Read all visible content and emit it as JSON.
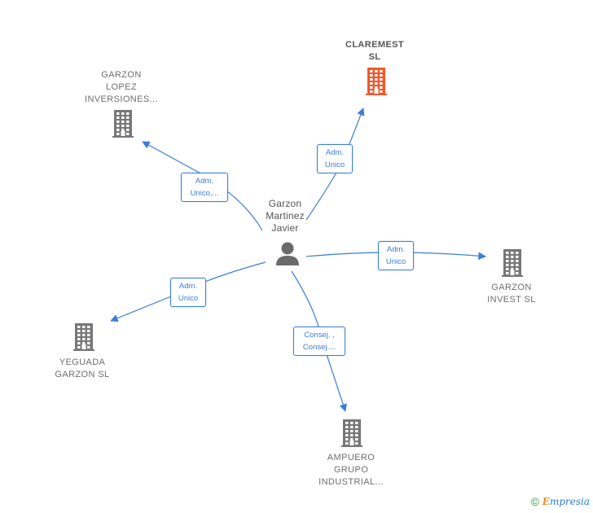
{
  "colors": {
    "edge": "#3b7dd8",
    "building": "#777777",
    "building_focus": "#f0582b",
    "person": "#6a6a6a"
  },
  "center": {
    "name": "Garzon\nMartinez\nJavier",
    "icon": "person-icon"
  },
  "nodes": [
    {
      "id": "claremest",
      "label": "CLAREMEST\nSL",
      "icon": "building-icon",
      "focus": true,
      "edge_label": "Adm.\nUnico"
    },
    {
      "id": "garzon-lopez",
      "label": "GARZON\nLOPEZ\nINVERSIONES...",
      "icon": "building-icon",
      "focus": false,
      "edge_label": "Adm.\nUnico,..."
    },
    {
      "id": "garzon-invest",
      "label": "GARZON\nINVEST  SL",
      "icon": "building-icon",
      "focus": false,
      "edge_label": "Adm.\nUnico"
    },
    {
      "id": "yeguada",
      "label": "YEGUADA\nGARZON  SL",
      "icon": "building-icon",
      "focus": false,
      "edge_label": "Adm.\nUnico"
    },
    {
      "id": "ampuero",
      "label": "AMPUERO\nGRUPO\nINDUSTRIAL...",
      "icon": "building-icon",
      "focus": false,
      "edge_label": "Consej. ,\nConsej...."
    }
  ],
  "footer": {
    "copyright": "©",
    "brand_initial": "E",
    "brand_rest": "mpresia"
  }
}
